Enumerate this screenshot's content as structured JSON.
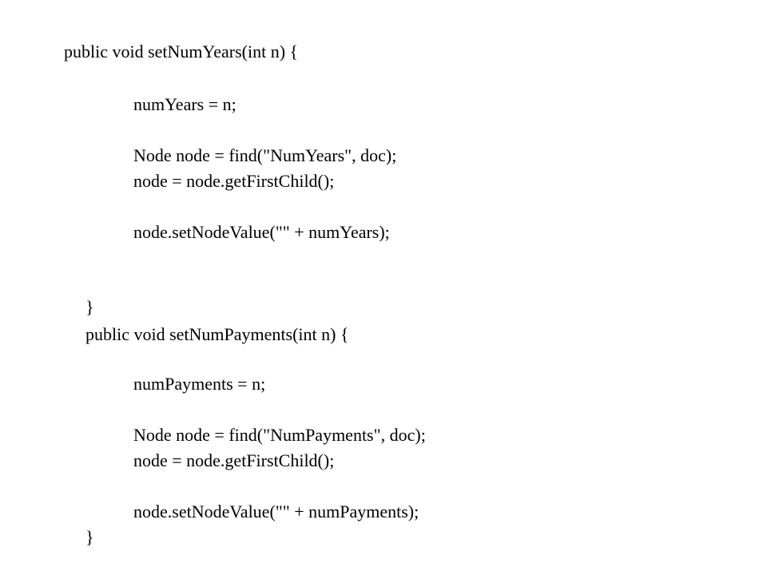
{
  "code": {
    "lines": [
      "public void setNumYears(int n) {",
      "numYears = n;",
      "Node node = find(\"NumYears\", doc);",
      "node = node.getFirstChild();",
      "node.setNodeValue(\"\" + numYears);",
      "}",
      "public void setNumPayments(int n) {",
      "numPayments = n;",
      "Node node = find(\"NumPayments\", doc);",
      "node = node.getFirstChild();",
      "node.setNodeValue(\"\" + numPayments);",
      "}"
    ]
  }
}
